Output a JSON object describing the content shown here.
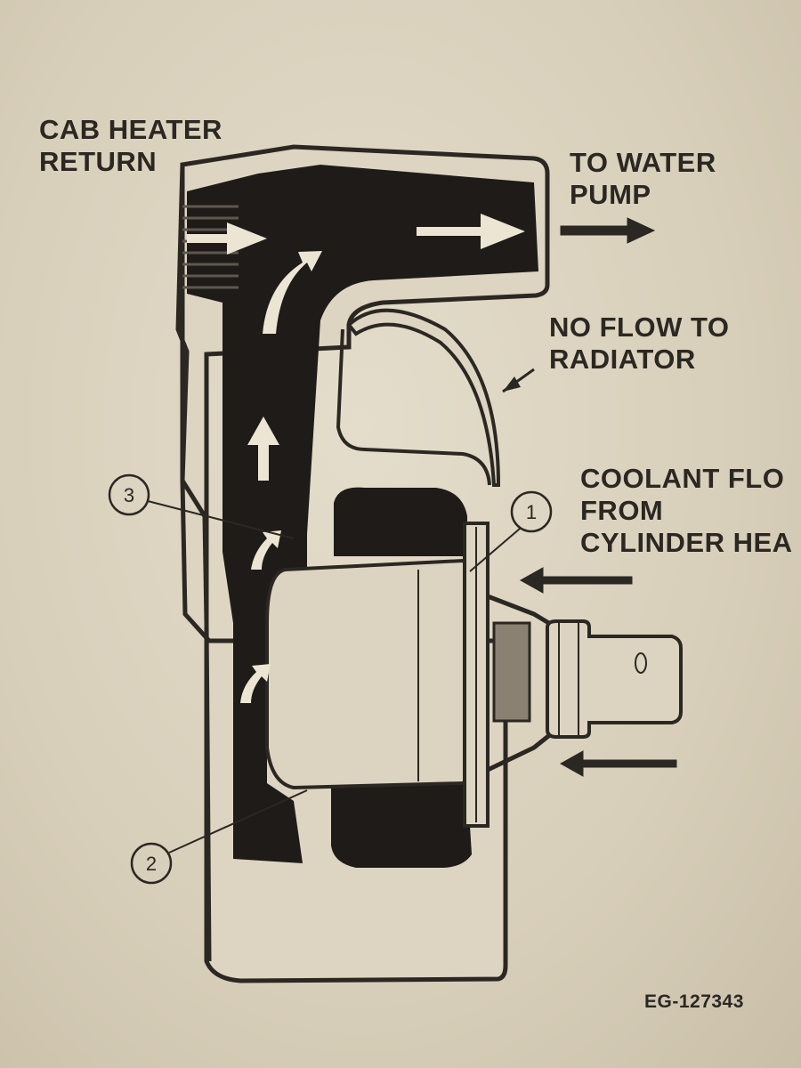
{
  "labels": {
    "cab_heater_return": "CAB HEATER\nRETURN",
    "to_water_pump": "TO WATER\nPUMP",
    "no_flow_to_radiator": "NO FLOW TO\nRADIATOR",
    "coolant_flow_from_cylinder_head": "COOLANT FLO\nFROM\nCYLINDER HEA"
  },
  "callouts": {
    "one": "1",
    "two": "2",
    "three": "3"
  },
  "figure_id": "EG-127343",
  "colors": {
    "ink": "#2b2722",
    "paper": "#ddd5c2",
    "part_fill": "#dcd4c0"
  }
}
